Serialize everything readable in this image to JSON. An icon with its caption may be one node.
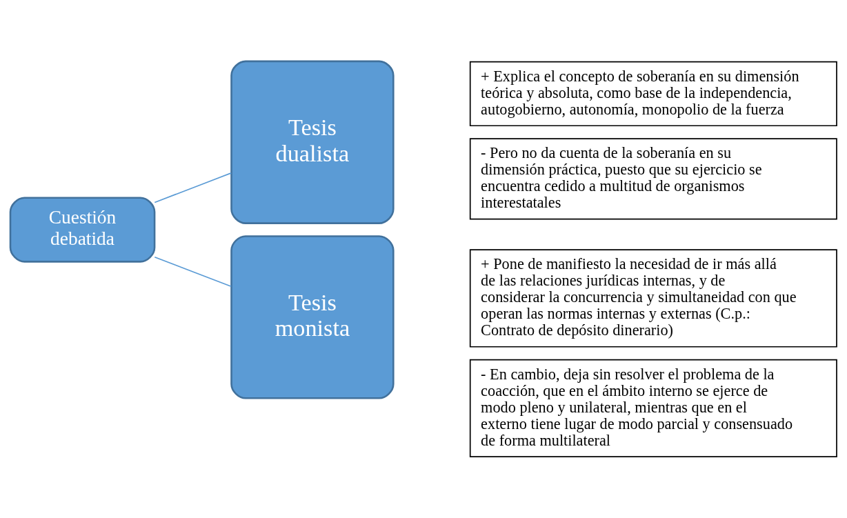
{
  "diagram": {
    "nodes": [
      {
        "text": [
          "Cuestión debatida"
        ]
      },
      {
        "text": [
          "Tesis dualista"
        ]
      },
      {
        "text": [
          "+ Explica el concepto de soberanía en su dimensión teórica y absoluta, como base de la independencia, autogobierno, autonomía, monopolio de la fuerza"
        ]
      },
      {
        "text": [
          "- Pero no da cuenta de la soberanía en su dimensión práctica, puesto que su ejercicio se encuentra cedido a multitud de organismos interestatales"
        ]
      },
      {
        "text": [
          "Tesis monista"
        ]
      },
      {
        "text": [
          "+ Pone de manifiesto la necesidad de ir más allá de las relaciones jurídicas internas, y de considerar la concurrencia y simultaneidad con que operan las normas internas y externas (C.p.: Contrato de depósito dinerario)"
        ]
      },
      {
        "text": [
          "- En cambio, deja sin resolver el problema de la coacción, que en el ámbito interno se ejerce de modo pleno y unilateral, mientras que en el externo tiene lugar de modo parcial y consensuado de forma multilateral"
        ]
      }
    ],
    "edges": [
      {
        "from": 0,
        "to": 1,
        "arrow": "none"
      },
      {
        "from": 0,
        "to": 4,
        "arrow": "none"
      }
    ]
  }
}
